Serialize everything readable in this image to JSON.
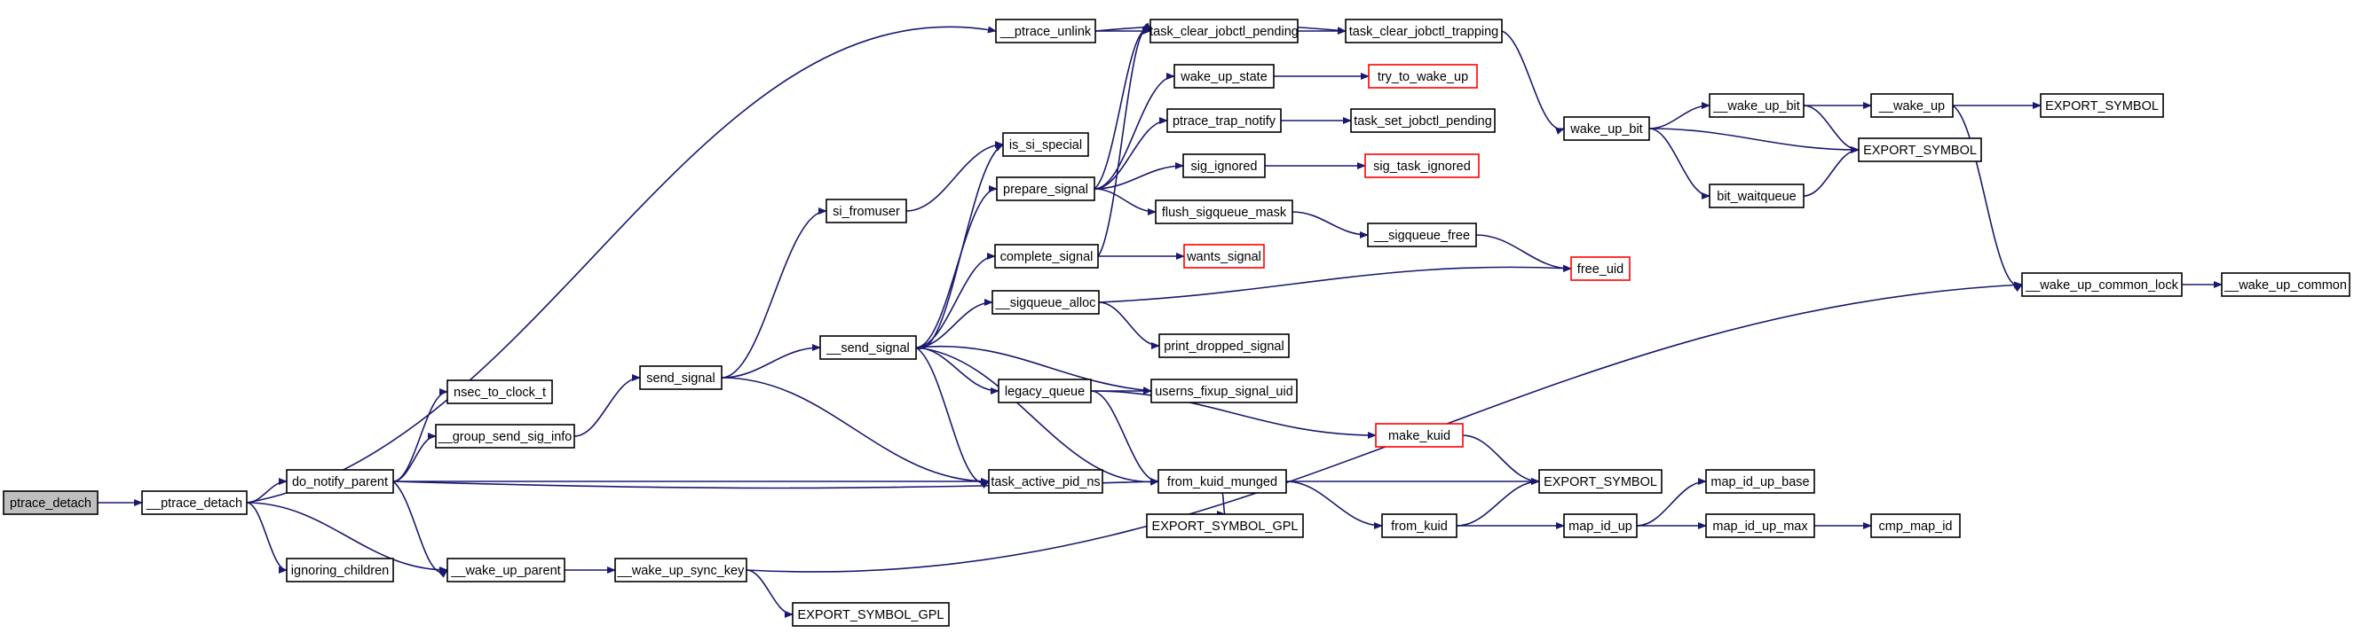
{
  "colors": {
    "edge": "#191970",
    "node_border": "#000000",
    "node_border_external": "#ff0000",
    "root_fill": "#bfbfbf",
    "node_fill": "#ffffff"
  },
  "nodes": {
    "ptrace_detach": "ptrace_detach",
    "__ptrace_detach": "__ptrace_detach",
    "__ptrace_unlink": "__ptrace_unlink",
    "do_notify_parent": "do_notify_parent",
    "ignoring_children": "ignoring_children",
    "__wake_up_parent": "__wake_up_parent",
    "nsec_to_clock_t": "nsec_to_clock_t",
    "__group_send_sig_info": "__group_send_sig_info",
    "send_signal": "send_signal",
    "si_fromuser": "si_fromuser",
    "__send_signal": "__send_signal",
    "is_si_special": "is_si_special",
    "prepare_signal": "prepare_signal",
    "complete_signal": "complete_signal",
    "__sigqueue_alloc": "__sigqueue_alloc",
    "legacy_queue": "legacy_queue",
    "task_active_pid_ns": "task_active_pid_ns",
    "from_kuid_munged": "from_kuid_munged",
    "__wake_up_sync_key": "__wake_up_sync_key",
    "export_symbol_gpl_1": "EXPORT_SYMBOL_GPL",
    "export_symbol_gpl_2": "EXPORT_SYMBOL_GPL",
    "task_clear_jobctl_pending": "task_clear_jobctl_pending",
    "task_clear_jobctl_trapping": "task_clear_jobctl_trapping",
    "wake_up_state": "wake_up_state",
    "try_to_wake_up": "try_to_wake_up",
    "ptrace_trap_notify": "ptrace_trap_notify",
    "task_set_jobctl_pending": "task_set_jobctl_pending",
    "sig_ignored": "sig_ignored",
    "sig_task_ignored": "sig_task_ignored",
    "flush_sigqueue_mask": "flush_sigqueue_mask",
    "__sigqueue_free": "__sigqueue_free",
    "wants_signal": "wants_signal",
    "free_uid": "free_uid",
    "print_dropped_signal": "print_dropped_signal",
    "userns_fixup_signal_uid": "userns_fixup_signal_uid",
    "make_kuid": "make_kuid",
    "from_kuid": "from_kuid",
    "export_symbol_1": "EXPORT_SYMBOL",
    "export_symbol_2": "EXPORT_SYMBOL",
    "export_symbol_3": "EXPORT_SYMBOL",
    "map_id_up": "map_id_up",
    "map_id_up_base": "map_id_up_base",
    "map_id_up_max": "map_id_up_max",
    "cmp_map_id": "cmp_map_id",
    "wake_up_bit": "wake_up_bit",
    "__wake_up_bit": "__wake_up_bit",
    "bit_waitqueue": "bit_waitqueue",
    "__wake_up": "__wake_up",
    "__wake_up_common_lock": "__wake_up_common_lock",
    "__wake_up_common": "__wake_up_common"
  }
}
